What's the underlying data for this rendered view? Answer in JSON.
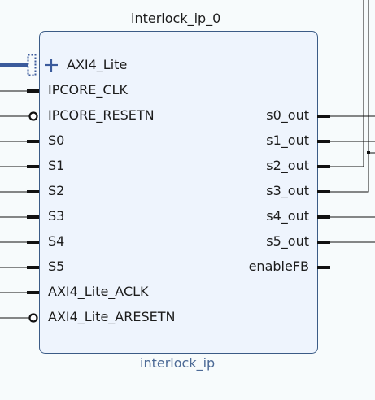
{
  "block": {
    "instance_name": "interlock_ip_0",
    "module_name": "interlock_ip",
    "fill": "#eef4fd",
    "border": "#3b5b86",
    "module_name_color": "#4c6a96"
  },
  "interface": {
    "label": "AXI4_Lite",
    "expand_symbol": "+",
    "bus_color": "#3b5b9c"
  },
  "inputs": [
    {
      "name": "IPCORE_CLK",
      "kind": "pin"
    },
    {
      "name": "IPCORE_RESETN",
      "kind": "inverted"
    },
    {
      "name": "S0",
      "kind": "pin"
    },
    {
      "name": "S1",
      "kind": "pin"
    },
    {
      "name": "S2",
      "kind": "pin"
    },
    {
      "name": "S3",
      "kind": "pin"
    },
    {
      "name": "S4",
      "kind": "pin"
    },
    {
      "name": "S5",
      "kind": "pin"
    },
    {
      "name": "AXI4_Lite_ACLK",
      "kind": "pin"
    },
    {
      "name": "AXI4_Lite_ARESETN",
      "kind": "inverted"
    }
  ],
  "outputs": [
    {
      "name": "s0_out",
      "wired": true
    },
    {
      "name": "s1_out",
      "wired": true
    },
    {
      "name": "s2_out",
      "wired": true
    },
    {
      "name": "s3_out",
      "wired": true
    },
    {
      "name": "s4_out",
      "wired": true
    },
    {
      "name": "s5_out",
      "wired": true
    },
    {
      "name": "enableFB",
      "wired": false
    }
  ],
  "colors": {
    "wire": "#111111",
    "pin": "#111111",
    "text": "#1c1c1c"
  }
}
